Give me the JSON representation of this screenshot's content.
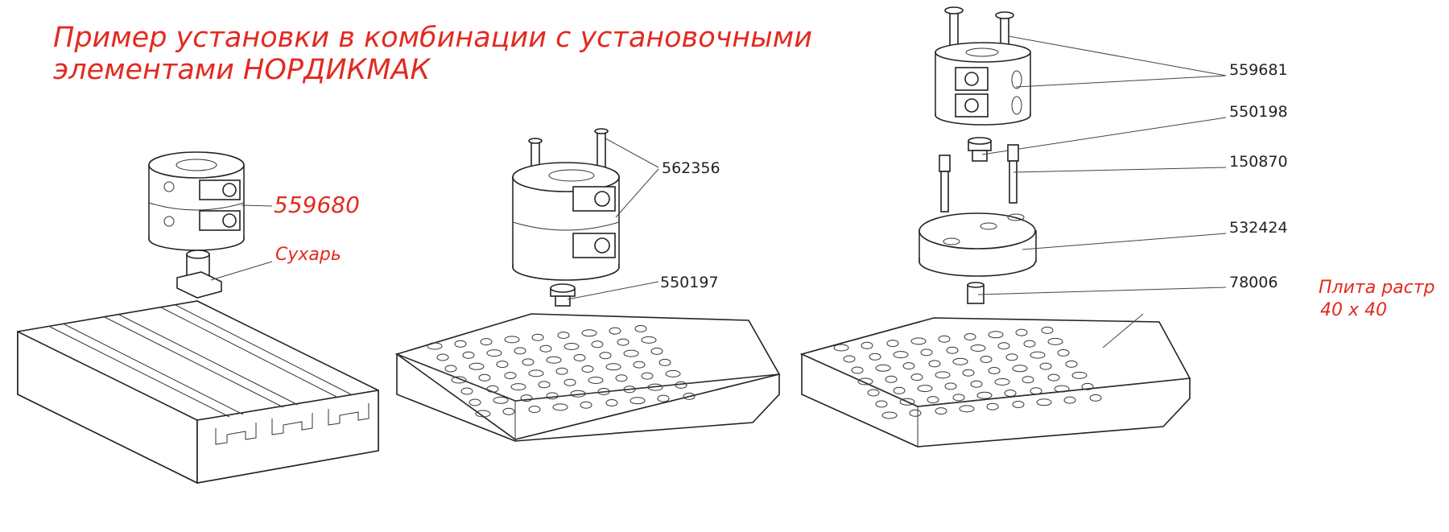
{
  "title": {
    "line1": "Пример установки в комбинации с установочными",
    "line2": "элементами НОРДИКМАК"
  },
  "labels": {
    "p559680": "559680",
    "sukhar": "Сухарь",
    "p562356": "562356",
    "p550197": "550197",
    "p559681": "559681",
    "p550198": "550198",
    "p150870": "150870",
    "p532424": "532424",
    "p78006": "78006",
    "plate_line1": "Плита растр",
    "plate_line2": "40 x 40"
  },
  "colors": {
    "accent": "#e32a1f",
    "line": "#222222"
  }
}
